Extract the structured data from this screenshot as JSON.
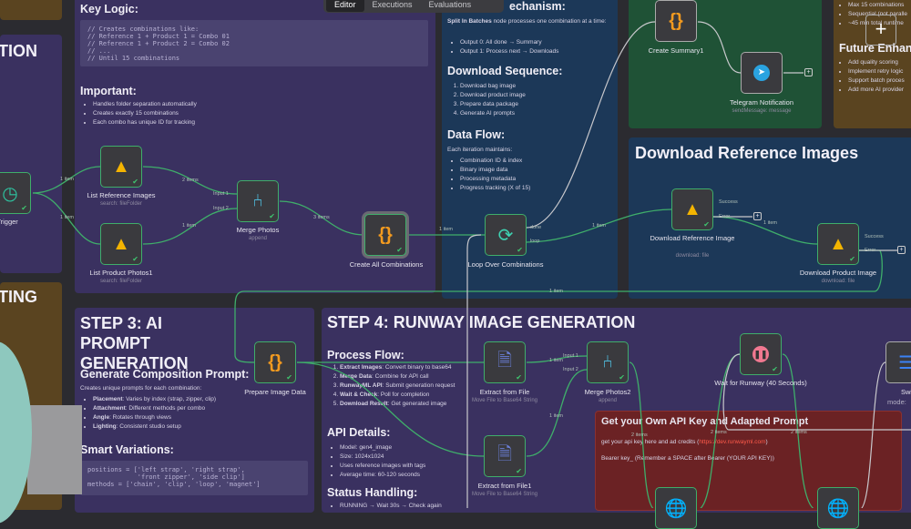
{
  "tabs": [
    "Editor",
    "Executions",
    "Evaluations"
  ],
  "left": {
    "title1": "TION",
    "title2": "TING"
  },
  "main": {
    "key_logic_title": "Key Logic:",
    "code": "// Creates combinations like:\n// Reference 1 + Product 1 = Combo 01\n// Reference 1 + Product 2 = Combo 02\n// ...\n// Until 15 combinations",
    "important_title": "Important:",
    "important": [
      "Handles folder separation automatically",
      "Creates exactly 15 combinations",
      "Each combo has unique ID for tracking"
    ]
  },
  "loop_note": {
    "title": "echanism:",
    "intro_bold": "Split In Batches",
    "intro": " node processes one combination at a time:",
    "outputs": [
      "Output 0: All done → Summary",
      "Output 1: Process next → Downloads"
    ],
    "seq_title": "Download Sequence:",
    "seq": [
      "Download bag image",
      "Download product image",
      "Prepare data package",
      "Generate AI prompts"
    ],
    "flow_title": "Data Flow:",
    "flow_intro": "Each iteration maintains:",
    "flow": [
      "Combination ID & index",
      "Binary image data",
      "Processing metadata",
      "Progress tracking (X of 15)"
    ]
  },
  "notes_right": {
    "items": [
      "Max 15 combinations",
      "Sequential (not paralle",
      "~45 min total runtime"
    ],
    "future_title": "Future Enhanc",
    "future": [
      "Add quality scoring",
      "Implement retry logic",
      "Support batch proces",
      "Add more AI provider"
    ]
  },
  "download_ref": {
    "title": "Download Reference Images"
  },
  "step3": {
    "title": "STEP 3: AI PROMPT GENERATION",
    "sub": "Generate Composition Prompt:",
    "intro": "Creates unique prompts for each combination:",
    "items": [
      {
        "b": "Placement",
        "t": ": Varies by index (strap, zipper, clip)"
      },
      {
        "b": "Attachment",
        "t": ": Different methods per combo"
      },
      {
        "b": "Angle",
        "t": ": Rotates through views"
      },
      {
        "b": "Lighting",
        "t": ": Consistent studio setup"
      }
    ],
    "smart_title": "Smart Variations:",
    "code": "positions = ['left strap', 'right strap',\n             'front zipper', 'side clip']\nmethods = ['chain', 'clip', 'loop', 'magnet']"
  },
  "step4": {
    "title": "STEP 4: RUNWAY IMAGE GENERATION",
    "process_title": "Process Flow:",
    "process": [
      {
        "b": "Extract Images",
        "t": ": Convert binary to base64"
      },
      {
        "b": "Merge Data",
        "t": ": Combine for API call"
      },
      {
        "b": "RunwayML API",
        "t": ": Submit generation request"
      },
      {
        "b": "Wait & Check",
        "t": ": Poll for completion"
      },
      {
        "b": "Download Result",
        "t": ": Get generated image"
      }
    ],
    "api_title": "API Details:",
    "api": [
      "Model: gen4_image",
      "Size: 1024x1024",
      "Uses reference images with tags",
      "Average time: 60-120 seconds"
    ],
    "status_title": "Status Handling:",
    "status_first": "RUNNING → Wait 30s → Check again"
  },
  "api_note": {
    "title": "Get your Own API Key and Adapted Prompt",
    "line1": "get your api key here and ad credits (",
    "link": "https://dev.runwayml.com",
    "line1_end": ")",
    "line2": "Bearer key_ (Remember a SPACE after Bearer (YOUR API KEY))",
    "link_color": "#ff5a4a"
  },
  "nodes": {
    "schedule": {
      "label": "dule Trigger",
      "icon": "clock-icon"
    },
    "listref": {
      "label": "List Reference Images",
      "sub": "search: fileFolder",
      "icon": "google-drive-icon"
    },
    "listprod": {
      "label": "List Product Photos1",
      "sub": "search: fileFolder",
      "icon": "google-drive-icon"
    },
    "merge": {
      "label": "Merge Photos",
      "sub": "append",
      "icon": "merge-icon"
    },
    "combos": {
      "label": "Create All Combinations",
      "icon": "code-braces-icon"
    },
    "loop": {
      "label": "Loop Over Combinations",
      "icon": "loop-icon",
      "out_done": "done",
      "out_loop": "loop"
    },
    "summary": {
      "label": "Create Summary1",
      "icon": "code-braces-icon"
    },
    "telegram": {
      "label": "Telegram Notification",
      "sub": "sendMessage: message",
      "icon": "telegram-icon"
    },
    "dlref": {
      "label": "Download Reference Image",
      "sub": "download: file",
      "icon": "google-drive-icon",
      "out_success": "Success",
      "out_error": "Error"
    },
    "dlprod": {
      "label": "Download Product Image",
      "sub": "download: file",
      "icon": "google-drive-icon",
      "out_success": "Success",
      "out_error": "Error"
    },
    "prepare": {
      "label": "Prepare Image Data",
      "icon": "code-braces-icon"
    },
    "extract": {
      "label": "Extract from File",
      "sub": "Move File to Base64 String",
      "icon": "file-extract-icon"
    },
    "extract1": {
      "label": "Extract from File1",
      "sub": "Move File to Base64 String",
      "icon": "file-extract-icon"
    },
    "merge2": {
      "label": "Merge Photos2",
      "sub": "append",
      "icon": "merge-icon",
      "in1": "Input 1",
      "in2": "Input 2"
    },
    "wait": {
      "label": "Wait for Runway (40 Seconds)",
      "icon": "pause-icon"
    },
    "switch": {
      "label": "Swi",
      "sub": "mode:",
      "icon": "switch-icon"
    }
  },
  "merge_inputs": [
    "Input 1",
    "Input 2"
  ],
  "edge_labels": {
    "one_item": "1 item",
    "two_items": "2 items",
    "three_items": "3 items"
  },
  "colors": {
    "accent": "#3fae6a",
    "purple_panel": "#3a3160",
    "blue_panel": "#1c3858",
    "green_panel": "#1f5236",
    "brown_panel": "#5a4420",
    "red_panel": "#6b2224"
  }
}
